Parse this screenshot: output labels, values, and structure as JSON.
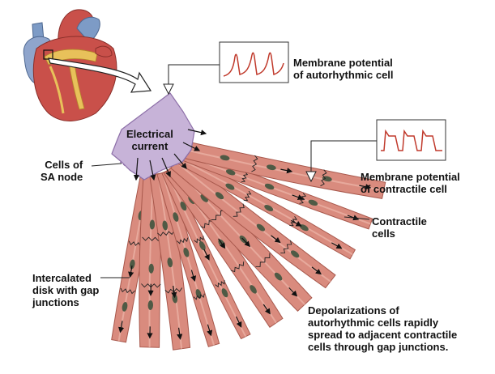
{
  "labels": {
    "electrical_current": [
      "Electrical",
      "current"
    ],
    "sa_node": [
      "Cells of",
      "SA node"
    ],
    "membrane_autorhythmic": [
      "Membrane potential",
      "of autorhythmic cell"
    ],
    "membrane_contractile": [
      "Membrane potential",
      "of contractile cell"
    ],
    "contractile_cells": [
      "Contractile",
      "cells"
    ],
    "intercalated_disk": [
      "Intercalated",
      "disk with gap",
      "junctions"
    ],
    "depolarization_note": [
      "Depolarizations of",
      "autorhythmic cells rapidly",
      "spread to adjacent contractile",
      "cells through gap junctions."
    ]
  },
  "colors": {
    "muscle_fill": "#d98b7e",
    "muscle_stroke": "#a8584c",
    "muscle_highlight": "#ecb6aa",
    "nucleus": "#4f5a45",
    "sa_node_fill": "#c7b3d8",
    "sa_node_stroke": "#8d6fa8",
    "trace": "#c0392b",
    "heart_red": "#c9504a",
    "heart_blue": "#7d9bc6",
    "fat_yellow": "#e8c15a",
    "leader_line": "#222222",
    "arrow": "#111111"
  }
}
